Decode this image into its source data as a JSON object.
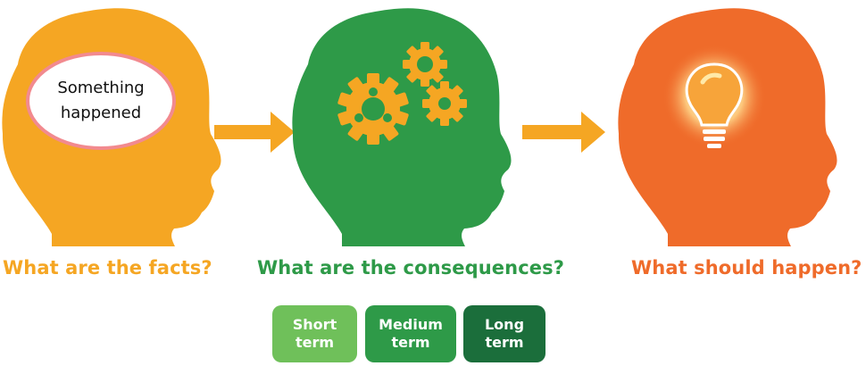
{
  "heads": [
    {
      "id": "facts",
      "color": "#f5a623",
      "caption": "What are the facts?",
      "bubble_text": [
        "Something",
        "happened"
      ],
      "icon": "thought-bubble-icon"
    },
    {
      "id": "consequences",
      "color": "#2e9a48",
      "caption": "What are the consequences?",
      "icon": "gears-icon"
    },
    {
      "id": "should-happen",
      "color": "#ef6b2a",
      "caption": "What should happen?",
      "icon": "lightbulb-icon"
    }
  ],
  "arrow": {
    "color": "#f5a623",
    "icon": "right-arrow-icon"
  },
  "terms": [
    {
      "line1": "Short",
      "line2": "term",
      "color": "#6fc05a"
    },
    {
      "line1": "Medium",
      "line2": "term",
      "color": "#2e9a48"
    },
    {
      "line1": "Long",
      "line2": "term",
      "color": "#1b6e3b"
    }
  ],
  "colors": {
    "gear": "#f5a623",
    "bulb": "#f7a43a",
    "bulb_glow": "#fff6d9"
  }
}
